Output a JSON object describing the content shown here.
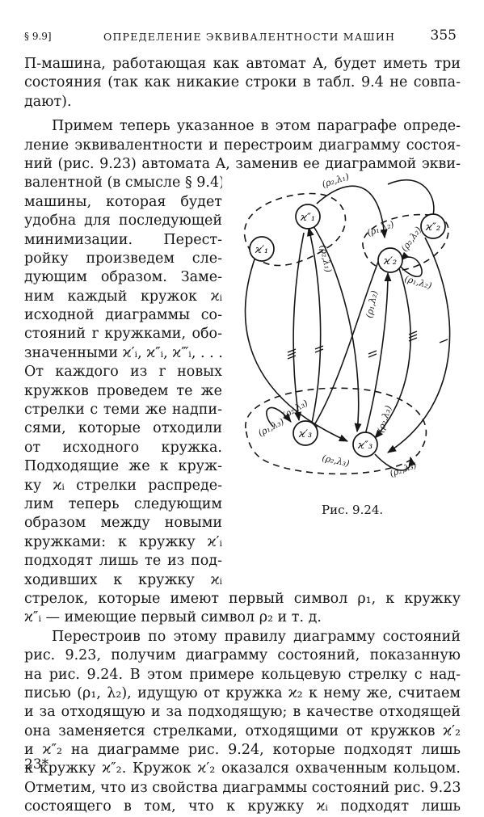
{
  "running_head": {
    "section": "§ 9.9]",
    "title": "ОПРЕДЕЛЕНИЕ ЭКВИВАЛЕНТНОСТИ МАШИН",
    "page_number": "355"
  },
  "paragraph_intro": [
    "Π-машина, работающая как автомат A, будет иметь три",
    "состояния (так как никакие строки в табл. 9.4 не совпа-",
    "дают)."
  ],
  "paragraph_main_full": [
    "Примем теперь указанное в этом параграфе опреде-",
    "ление эквивалентности и перестроим диаграмму состоя-",
    "ний (рис. 9.23) автомата A, заменив ее диаграммой экви-"
  ],
  "paragraph_main_wrapped": [
    "валентной (в смысле § 9.4)",
    "машины, которая будет",
    "удобна для последующей",
    "минимизации. Перест-",
    "ройку произведем сле-",
    "дующим образом. Заме-",
    "ним каждый кружок ϰᵢ",
    "исходной диаграммы со-",
    "стояний r кружками, обо-",
    "значенными ϰ′ᵢ, ϰ″ᵢ, ϰ‴ᵢ, . . .",
    "От каждого из r новых",
    "кружков проведем те же",
    "стрелки с теми же надпи-",
    "сями, которые отходили",
    "от исходного кружка.",
    "Подходящие же к круж-",
    "ку ϰᵢ стрелки распреде-",
    "лим теперь следующим",
    "образом между новыми",
    "кружками: к кружку ϰ′ᵢ",
    "подходят лишь те из под-",
    "ходивших к кружку ϰᵢ"
  ],
  "paragraph_main_tail": [
    "стрелок, которые имеют первый символ ρ₁, к кружку",
    "ϰ″ᵢ — имеющие первый символ ρ₂ и т. д."
  ],
  "paragraph_second": [
    "Перестроив по этому правилу диаграмму состояний",
    "рис. 9.23, получим диаграмму состояний, показанную",
    "на рис. 9.24. В этом примере кольцевую стрелку с над-",
    "писью (ρ₁, λ₂), идущую от кружка ϰ₂ к нему же, считаем",
    "и за отходящую и за подходящую; в качестве отходящей",
    "она заменяется стрелками, отходящими от кружков ϰ′₂",
    "и ϰ″₂ на диаграмме рис. 9.24, которые подходят лишь",
    "к кружку ϰ″₂. Кружок ϰ′₂ оказался охваченным кольцом.",
    "Отметим, что из свойства диаграммы состояний рис. 9.23,",
    "состоящего в том, что к кружку ϰᵢ подходят лишь"
  ],
  "figure": {
    "caption": "Рис. 9.24.",
    "nodes": [
      "ϰ′₁",
      "ϰ″₁",
      "ϰ′₂",
      "ϰ″₂",
      "ϰ′₃",
      "ϰ″₃"
    ],
    "edge_labels": [
      "(ρ₂,λ₁)",
      "(ρ₂,λ₁)",
      "(ρ₁,λ₂)",
      "(ρ₂,λ₂)",
      "(ρ₁,λ₂)",
      "(ρ₁,λ₂)",
      "(ρ₁,λ₃)",
      "(ρ₂,λ₃)",
      "(ρ₂,λ₃)",
      "(ρ₂,λ₃)",
      "(ρ₂,λ₃)"
    ]
  },
  "signature_mark": "23*"
}
